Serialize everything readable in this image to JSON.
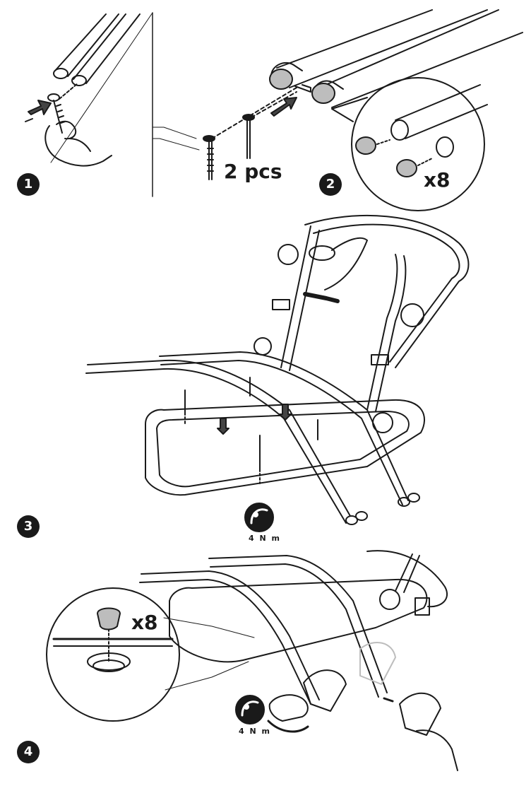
{
  "steps": [
    {
      "number": "1"
    },
    {
      "number": "2",
      "bolt_quantity": "2 pcs",
      "end_cap_quantity": "x8"
    },
    {
      "number": "3",
      "torque": "4 N m"
    },
    {
      "number": "4",
      "end_cap_quantity": "x8",
      "torque": "4 N m"
    }
  ],
  "colors": {
    "line": "#1a1a1a",
    "badge": "#1a1a1a",
    "ghost": "#bdbdbd"
  },
  "icons": [
    "arrow-icon",
    "torque-wrench-icon",
    "rotate-arrow-icon",
    "magnify-callout"
  ]
}
